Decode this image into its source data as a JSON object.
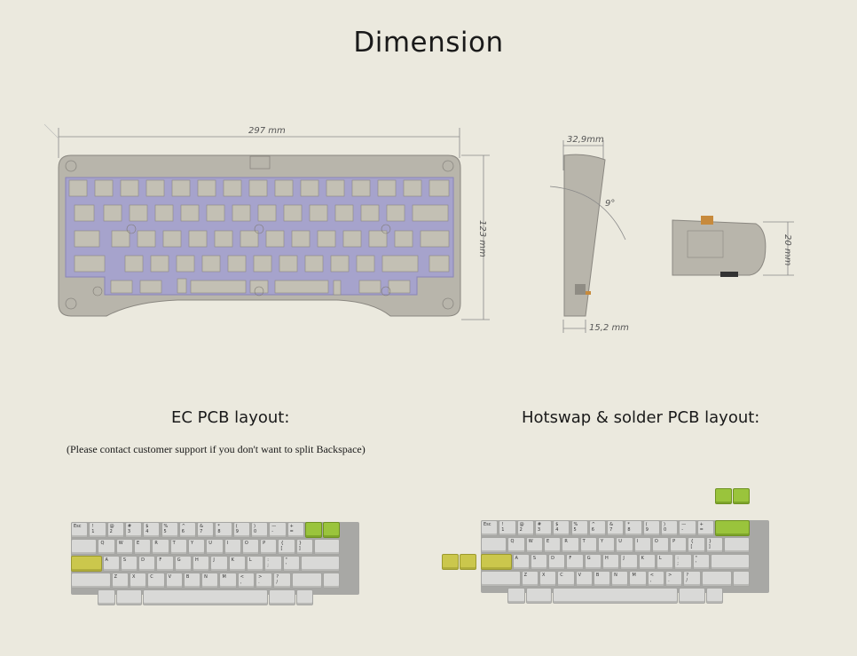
{
  "page": {
    "title": "Dimension"
  },
  "dimensions": {
    "width": "297 mm",
    "height": "123 mm",
    "depth_top": "32,9mm",
    "angle": "9°",
    "depth_bottom": "15,2 mm",
    "case_height": "20 mm"
  },
  "layouts": {
    "ec_title": "EC PCB layout:",
    "hotswap_title": "Hotswap & solder PCB layout:",
    "note": "(Please contact customer support if you don't want to split Backspace)"
  },
  "colors": {
    "background": "#ebe9de",
    "plate": "#a6a3cc",
    "accent_green": "#9ac43c",
    "accent_yellow": "#cbc74c"
  },
  "keys": {
    "row0": [
      [
        "Esc",
        ""
      ],
      [
        "!",
        "1"
      ],
      [
        "@",
        "2"
      ],
      [
        "#",
        "3"
      ],
      [
        "$",
        "4"
      ],
      [
        "%",
        "5"
      ],
      [
        "^",
        "6"
      ],
      [
        "&",
        "7"
      ],
      [
        "*",
        "8"
      ],
      [
        "(",
        "9"
      ],
      [
        ")",
        "0"
      ],
      [
        "—",
        "-"
      ],
      [
        "+",
        "="
      ]
    ],
    "row1": [
      "Q",
      "W",
      "E",
      "R",
      "T",
      "Y",
      "U",
      "I",
      "O",
      "P",
      [
        "{",
        "["
      ],
      [
        "}",
        "]"
      ]
    ],
    "row2": [
      "A",
      "S",
      "D",
      "F",
      "G",
      "H",
      "J",
      "K",
      "L",
      [
        ":",
        ";"
      ],
      [
        "\"",
        "'"
      ]
    ],
    "row3": [
      "Z",
      "X",
      "C",
      "V",
      "B",
      "N",
      "M",
      [
        "<",
        ","
      ],
      [
        ">",
        "."
      ],
      [
        "?",
        "/"
      ]
    ]
  }
}
